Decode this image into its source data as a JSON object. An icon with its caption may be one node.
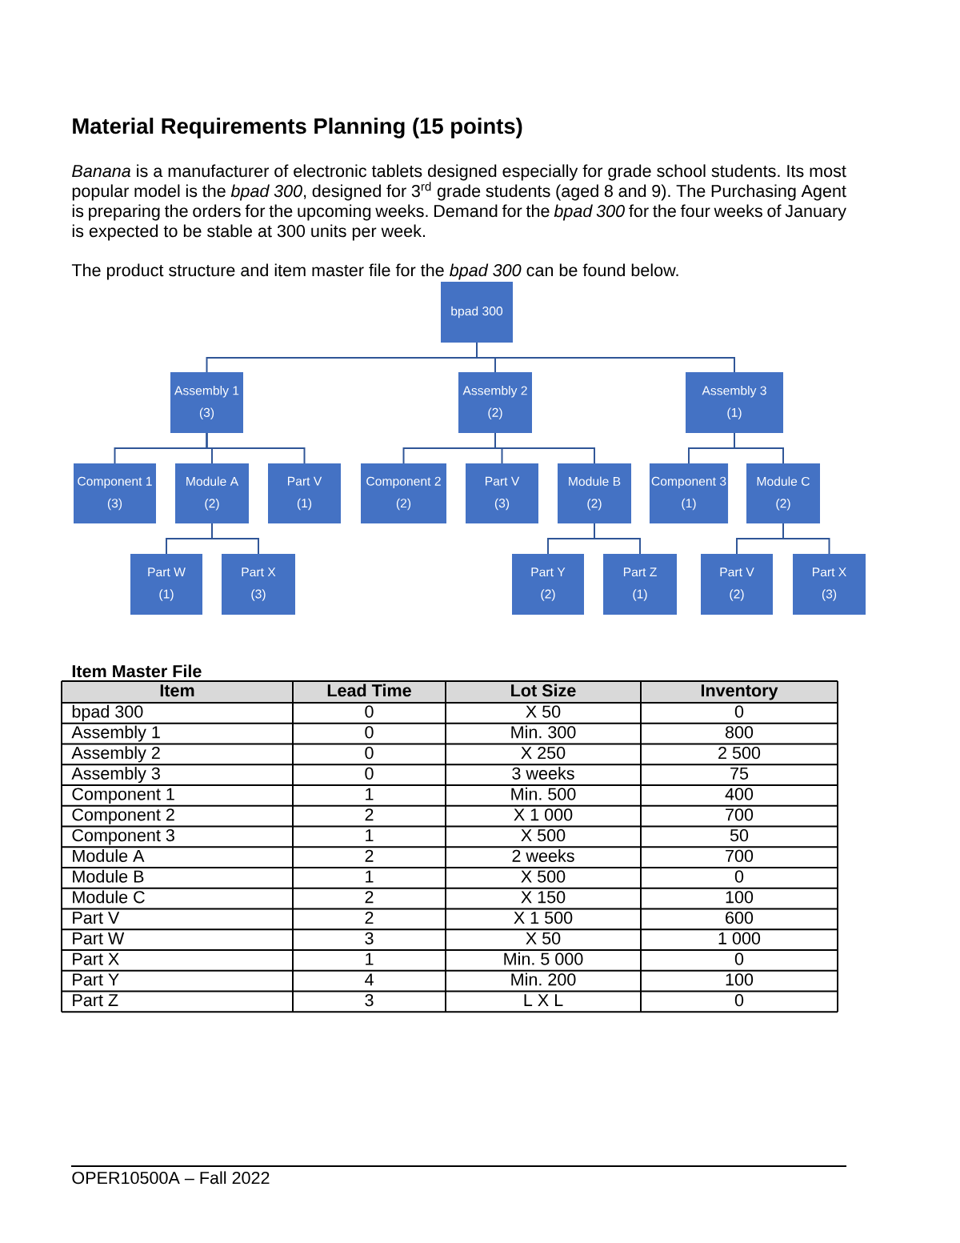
{
  "diagram": {
    "title": "Material Requirements Planning (15 points)",
    "nodes": [
      {
        "text": [
          "bpad 300"
        ]
      },
      {
        "text": [
          "Assembly 1",
          "(3)"
        ]
      },
      {
        "text": [
          "Assembly 2",
          "(2)"
        ]
      },
      {
        "text": [
          "Assembly 3",
          "(1)"
        ]
      },
      {
        "text": [
          "Component 1",
          "(3)"
        ]
      },
      {
        "text": [
          "Module A",
          "(2)"
        ]
      },
      {
        "text": [
          "Part V",
          "(1)"
        ]
      },
      {
        "text": [
          "Component 2",
          "(2)"
        ]
      },
      {
        "text": [
          "Part V",
          "(3)"
        ]
      },
      {
        "text": [
          "Module B",
          "(2)"
        ]
      },
      {
        "text": [
          "Component 3",
          "(1)"
        ]
      },
      {
        "text": [
          "Module C",
          "(2)"
        ]
      },
      {
        "text": [
          "Part W",
          "(1)"
        ]
      },
      {
        "text": [
          "Part X",
          "(3)"
        ]
      },
      {
        "text": [
          "Part Y",
          "(2)"
        ]
      },
      {
        "text": [
          "Part Z",
          "(1)"
        ]
      },
      {
        "text": [
          "Part V",
          "(2)"
        ]
      },
      {
        "text": [
          "Part X",
          "(3)"
        ]
      }
    ],
    "edges": [
      {
        "from": 0,
        "to": 1,
        "arrow": "none"
      },
      {
        "from": 0,
        "to": 2,
        "arrow": "none"
      },
      {
        "from": 0,
        "to": 3,
        "arrow": "none"
      },
      {
        "from": 1,
        "to": 4,
        "arrow": "none"
      },
      {
        "from": 1,
        "to": 5,
        "arrow": "none"
      },
      {
        "from": 1,
        "to": 6,
        "arrow": "none"
      },
      {
        "from": 2,
        "to": 7,
        "arrow": "none"
      },
      {
        "from": 2,
        "to": 8,
        "arrow": "none"
      },
      {
        "from": 2,
        "to": 9,
        "arrow": "none"
      },
      {
        "from": 3,
        "to": 10,
        "arrow": "none"
      },
      {
        "from": 3,
        "to": 11,
        "arrow": "none"
      },
      {
        "from": 5,
        "to": 12,
        "arrow": "none"
      },
      {
        "from": 5,
        "to": 13,
        "arrow": "none"
      },
      {
        "from": 9,
        "to": 14,
        "arrow": "none"
      },
      {
        "from": 9,
        "to": 15,
        "arrow": "none"
      },
      {
        "from": 11,
        "to": 16,
        "arrow": "none"
      },
      {
        "from": 11,
        "to": 17,
        "arrow": "none"
      }
    ],
    "labels": [
      "*Banana* is a manufacturer of electronic tablets designed especially for grade school students. Its most popular model is the *bpad 300*, designed for 3$^{rd}$ grade students (aged 8 and 9). The Purchasing Agent is preparing the orders for the upcoming weeks. Demand for the *bpad 300* for the four weeks of January is expected to be stable at 300 units per week.",
      "The product structure and item master file for the *bpad 300* can be found below.",
      "Item Master File",
      "Item",
      "Lead Time",
      "Lot Size",
      "Inventory",
      "bpad 300",
      "0",
      "X 50",
      "0",
      "Assembly 1",
      "0",
      "Min. 300",
      "800",
      "Assembly 2",
      "0",
      "X 250",
      "2 500",
      "Assembly 3",
      "0",
      "3 weeks",
      "75",
      "Component 1",
      "1",
      "Min. 500",
      "400",
      "Component 2",
      "2",
      "X 1 000",
      "700",
      "Component 3",
      "1",
      "X 500",
      "50",
      "Module A",
      "2",
      "2 weeks",
      "700",
      "Module B",
      "1",
      "X 500",
      "0",
      "Module C",
      "2",
      "X 150",
      "100",
      "Part V",
      "2",
      "X 1 500",
      "600",
      "Part W",
      "3",
      "X 50",
      "1 000",
      "Part X",
      "1",
      "Min. 5 000",
      "0",
      "Part Y",
      "4",
      "Min. 200",
      "100",
      "Part Z",
      "3",
      "L X L",
      "0",
      "OPER10500A – Fall 2022"
    ]
  }
}
